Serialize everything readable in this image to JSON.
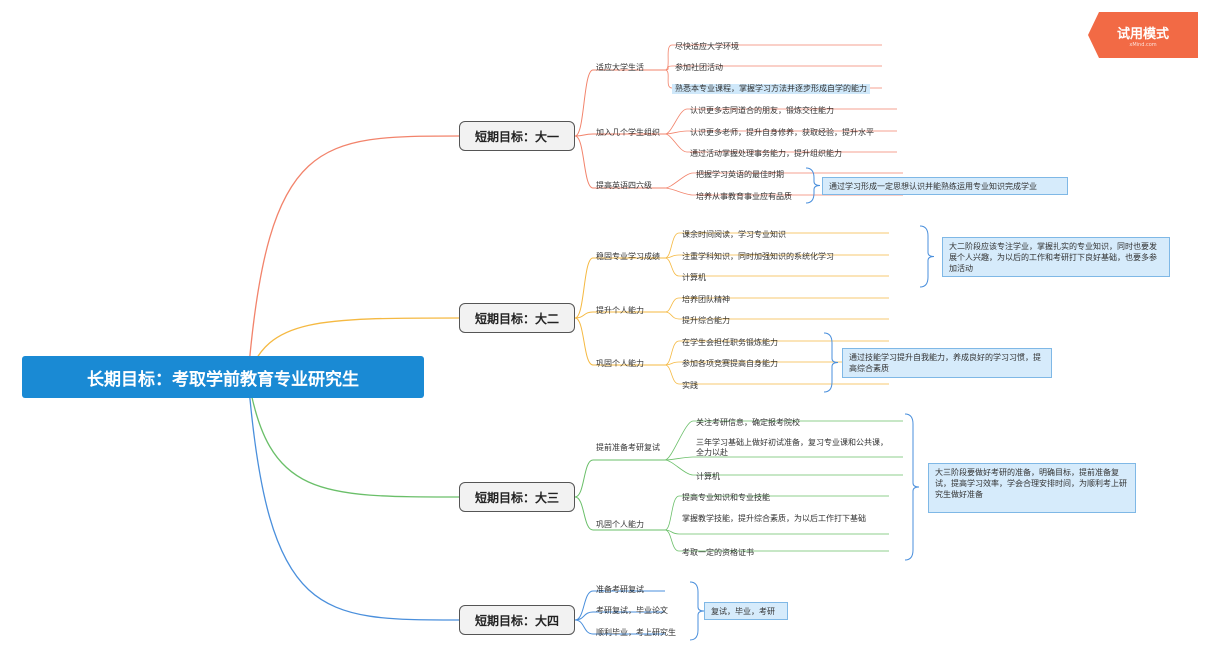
{
  "root": {
    "label": "长期目标：考取学前教育专业研究生"
  },
  "trial_badge": {
    "label": "试用模式",
    "sub": "xMind.com"
  },
  "branches": [
    {
      "label": "短期目标：大一",
      "color": "#f2836b",
      "subs": [
        {
          "label": "适应大学生活",
          "items": [
            {
              "text": "尽快适应大学环境",
              "highlight": false
            },
            {
              "text": "参加社团活动",
              "highlight": false
            },
            {
              "text": "熟悉本专业课程，掌握学习方法并逐步形成自学的能力",
              "highlight": true
            }
          ]
        },
        {
          "label": "加入几个学生组织",
          "items": [
            {
              "text": "认识更多志同道合的朋友，锻炼交往能力",
              "highlight": false
            },
            {
              "text": "认识更多老师，提升自身修养，获取经验，提升水平",
              "highlight": false
            },
            {
              "text": "通过活动掌握处理事务能力，提升组织能力",
              "highlight": false
            }
          ]
        },
        {
          "label": "提高英语四六级",
          "items": [
            {
              "text": "把握学习英语的最佳时期",
              "highlight": false
            },
            {
              "text": "培养从事教育事业应有品质",
              "highlight": false
            }
          ]
        }
      ],
      "notes": [
        {
          "text": "通过学习形成一定思想认识并能熟练运用专业知识完成学业"
        }
      ]
    },
    {
      "label": "短期目标：大二",
      "color": "#f5b942",
      "subs": [
        {
          "label": "稳固专业学习成绩",
          "items": [
            {
              "text": "课余时间阅读，学习专业知识",
              "highlight": false
            },
            {
              "text": "注重学科知识，同时加强知识的系统化学习",
              "highlight": false
            },
            {
              "text": "计算机",
              "highlight": false
            }
          ]
        },
        {
          "label": "提升个人能力",
          "items": [
            {
              "text": "培养团队精神",
              "highlight": false
            },
            {
              "text": "提升综合能力",
              "highlight": false
            }
          ]
        },
        {
          "label": "巩固个人能力",
          "items": [
            {
              "text": "在学生会担任职务锻炼能力",
              "highlight": false
            },
            {
              "text": "参加各项竞赛提高自身能力",
              "highlight": false
            },
            {
              "text": "实践",
              "highlight": false
            }
          ]
        }
      ],
      "notes": [
        {
          "text": "大二阶段应该专注学业，掌握扎实的专业知识，同时也要发展个人兴趣，为以后的工作和考研打下良好基础，也要多参加活动"
        },
        {
          "text": "通过技能学习提升自我能力，养成良好的学习习惯，提高综合素质"
        }
      ]
    },
    {
      "label": "短期目标：大三",
      "color": "#6abf69",
      "subs": [
        {
          "label": "提前准备考研复试",
          "items": [
            {
              "text": "关注考研信息，确定报考院校",
              "highlight": false
            },
            {
              "text": "三年学习基础上做好初试准备，复习专业课和公共课，全力以赴",
              "highlight": false
            },
            {
              "text": "计算机",
              "highlight": false
            }
          ]
        },
        {
          "label": "巩固个人能力",
          "items": [
            {
              "text": "提高专业知识和专业技能",
              "highlight": false
            },
            {
              "text": "掌握教学技能，提升综合素质，为以后工作打下基础",
              "highlight": false
            },
            {
              "text": "考取一定的资格证书",
              "highlight": false
            }
          ]
        }
      ],
      "notes": [
        {
          "text": "大三阶段要做好考研的准备，明确目标，提前准备复试，提高学习效率，学会合理安排时间，为顺利考上研究生做好准备"
        }
      ]
    },
    {
      "label": "短期目标：大四",
      "color": "#4a8fdc",
      "subs": [
        {
          "label": "准备考研复试",
          "items": []
        },
        {
          "label": "考研复试，毕业论文",
          "items": []
        },
        {
          "label": "顺利毕业，考上研究生",
          "items": []
        }
      ],
      "notes": [
        {
          "text": "复试，毕业，考研"
        }
      ]
    }
  ]
}
